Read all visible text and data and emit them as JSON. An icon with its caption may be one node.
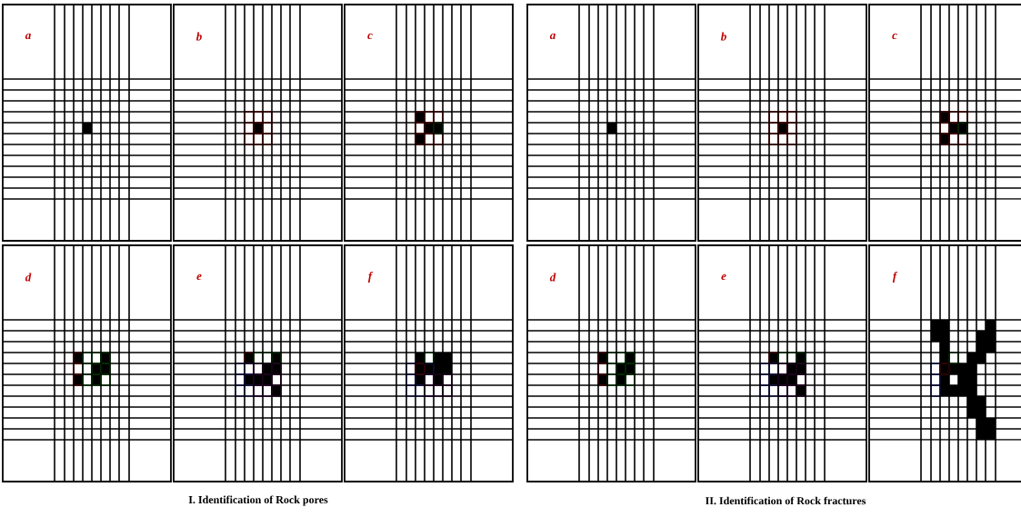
{
  "diagram": {
    "labels": [
      "a",
      "b",
      "c",
      "d",
      "e",
      "f",
      "a",
      "b",
      "c",
      "d",
      "e",
      "f",
      "I. Identification of Rock pores",
      "II. Identification of Rock fractures"
    ]
  }
}
